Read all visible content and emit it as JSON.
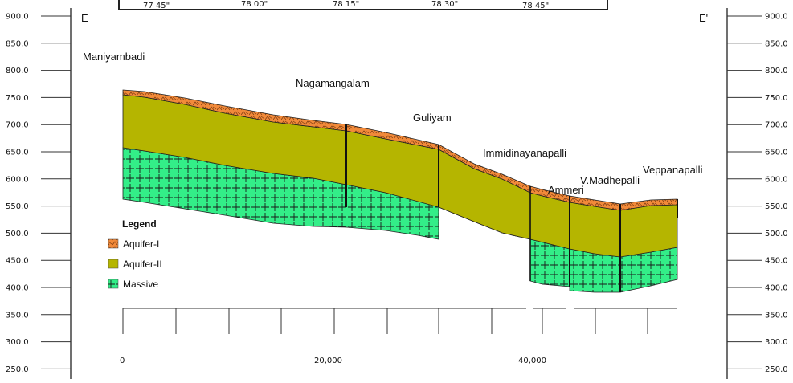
{
  "map_strip": {
    "longitudes": [
      "77 45\"",
      "78 00\"",
      "78 15\"",
      "78 30\"",
      "78 45\""
    ]
  },
  "section": {
    "left_end": "E",
    "right_end": "E'"
  },
  "elevation_ticks": [
    "900.0",
    "850.0",
    "800.0",
    "750.0",
    "700.0",
    "650.0",
    "600.0",
    "550.0",
    "500.0",
    "450.0",
    "400.0",
    "350.0",
    "300.0",
    "250.0"
  ],
  "distance_labels": [
    "0",
    "20,000",
    "40,000"
  ],
  "wells": [
    {
      "name": "Maniyambadi"
    },
    {
      "name": "Nagamangalam"
    },
    {
      "name": "Guliyam"
    },
    {
      "name": "Immidinayanapalli"
    },
    {
      "name": "Ammeri"
    },
    {
      "name": "V.Madhepalli"
    },
    {
      "name": "Veppanapalli"
    }
  ],
  "legend": {
    "title": "Legend",
    "items": [
      {
        "label": "Aquifer-I",
        "color": "#f28a3a"
      },
      {
        "label": "Aquifer-II",
        "color": "#b5b500"
      },
      {
        "label": "Massive",
        "color": "#33ee88"
      }
    ]
  },
  "colors": {
    "aquifer1": "#f28a3a",
    "aquifer2": "#b5b500",
    "massive": "#33ee88"
  }
}
